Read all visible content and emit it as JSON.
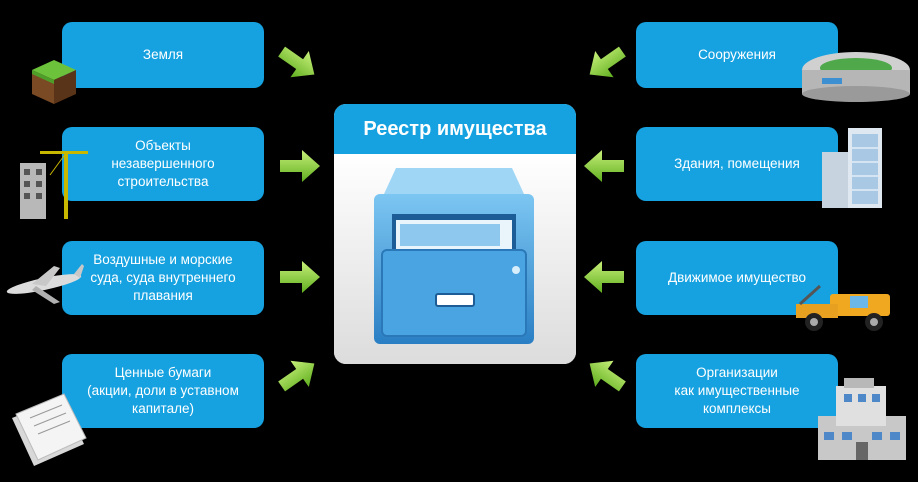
{
  "center": {
    "title": "Реестр имущества",
    "icon": "file-cabinet-icon"
  },
  "left_items": [
    {
      "label": "Земля",
      "icon": "land-icon"
    },
    {
      "label": "Объекты\nнезавершенного\nстроительства",
      "icon": "construction-icon"
    },
    {
      "label": "Воздушные и морские\nсуда, суда внутреннего\nплавания",
      "icon": "airplane-icon"
    },
    {
      "label": "Ценные бумаги\n(акции, доли в уставном\nкапитале)",
      "icon": "documents-icon"
    }
  ],
  "right_items": [
    {
      "label": "Сооружения",
      "icon": "stadium-icon"
    },
    {
      "label": "Здания, помещения",
      "icon": "buildings-icon"
    },
    {
      "label": "Движимое имущество",
      "icon": "tow-truck-icon"
    },
    {
      "label": "Организации\nкак имущественные\nкомплексы",
      "icon": "office-building-icon"
    }
  ],
  "colors": {
    "box": "#16a2e0",
    "arrow": "#8ed43a",
    "background": "#000000"
  }
}
